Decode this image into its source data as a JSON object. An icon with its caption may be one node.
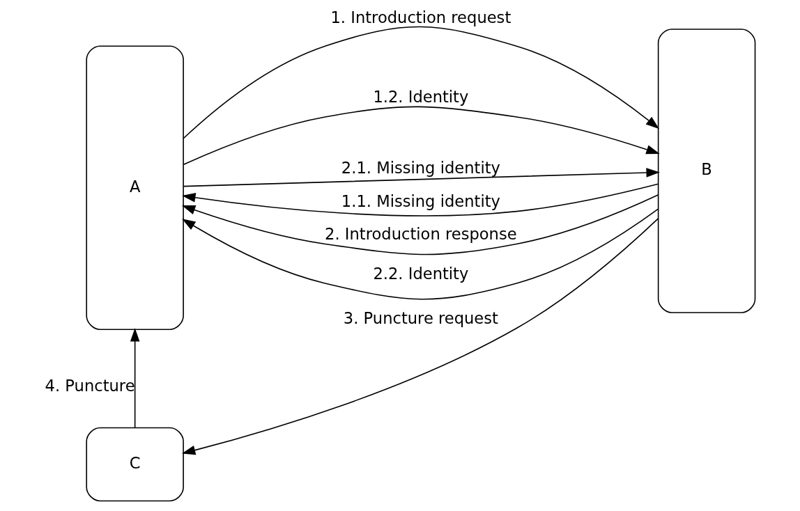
{
  "diagram": {
    "nodes": [
      {
        "text": [
          "A"
        ]
      },
      {
        "text": [
          "B"
        ]
      },
      {
        "text": [
          "C"
        ]
      }
    ],
    "edges": [
      {
        "from": 0,
        "to": 1,
        "arrow": "to",
        "label": "1. Introduction request"
      },
      {
        "from": 1,
        "to": 0,
        "arrow": "to",
        "label": "1.1. Missing identity"
      },
      {
        "from": 0,
        "to": 1,
        "arrow": "to",
        "label": "1.2. Identity"
      },
      {
        "from": 1,
        "to": 0,
        "arrow": "to",
        "label": "2. Introduction response"
      },
      {
        "from": 0,
        "to": 1,
        "arrow": "to",
        "label": "2.1. Missing identity"
      },
      {
        "from": 1,
        "to": 0,
        "arrow": "to",
        "label": "2.2. Identity"
      },
      {
        "from": 1,
        "to": 2,
        "arrow": "to",
        "label": "3. Puncture request"
      },
      {
        "from": 2,
        "to": 0,
        "arrow": "to",
        "label": "4. Puncture"
      }
    ]
  }
}
